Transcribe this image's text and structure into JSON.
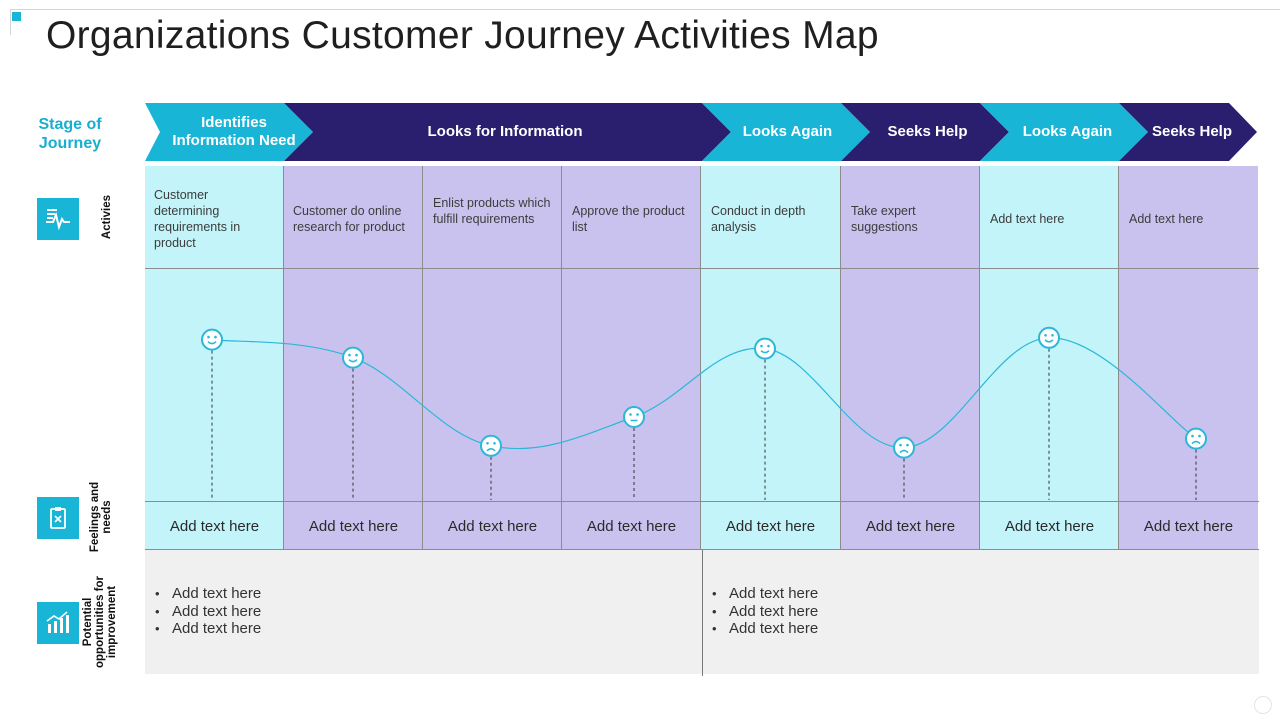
{
  "title": "Organizations Customer Journey Activities Map",
  "stage_label": "Stage of Journey",
  "colors": {
    "accent": "#19b5d6",
    "dark": "#2a1f6e",
    "cyan_cell": "#c2f4f9",
    "purple_cell": "#cac2ee",
    "grey_area": "#f0f0f0",
    "curve": "#2bb7d8"
  },
  "stages": [
    {
      "label": "Identifies Information Need",
      "color": "cyan"
    },
    {
      "label": "Looks for Information",
      "color": "dark"
    },
    {
      "label": "Looks Again",
      "color": "cyan"
    },
    {
      "label": "Seeks Help",
      "color": "dark"
    },
    {
      "label": "Looks Again",
      "color": "cyan"
    },
    {
      "label": "Seeks Help",
      "color": "dark"
    }
  ],
  "rows": {
    "activities": {
      "label": "Activies",
      "icon": "pulse-document-icon"
    },
    "feelings": {
      "label": "Feelings and needs",
      "icon": "clipboard-icon"
    },
    "opportunities": {
      "label": "Potential opportunities for improvement",
      "icon": "growth-chart-icon"
    }
  },
  "activities": [
    "Customer determining requirements in product",
    "Customer do online research for product",
    "Enlist products which fulfill requirements",
    "Approve the product list",
    "Conduct in depth analysis",
    "Take expert suggestions",
    "Add text here",
    "Add text here"
  ],
  "feelings": [
    {
      "mood": "happy",
      "level": 0.78,
      "text": "Add text here"
    },
    {
      "mood": "happy",
      "level": 0.68,
      "text": "Add text here"
    },
    {
      "mood": "sad",
      "level": 0.19,
      "text": "Add text here"
    },
    {
      "mood": "neutral",
      "level": 0.35,
      "text": "Add text here"
    },
    {
      "mood": "happy",
      "level": 0.73,
      "text": "Add text here"
    },
    {
      "mood": "sad",
      "level": 0.18,
      "text": "Add text here"
    },
    {
      "mood": "happy",
      "level": 0.79,
      "text": "Add text here"
    },
    {
      "mood": "sad",
      "level": 0.23,
      "text": "Add text here"
    }
  ],
  "opportunities": [
    {
      "items": [
        "Add text here",
        "Add text here",
        "Add text here"
      ]
    },
    {
      "items": [
        "Add text here",
        "Add text here",
        "Add text here"
      ]
    }
  ]
}
